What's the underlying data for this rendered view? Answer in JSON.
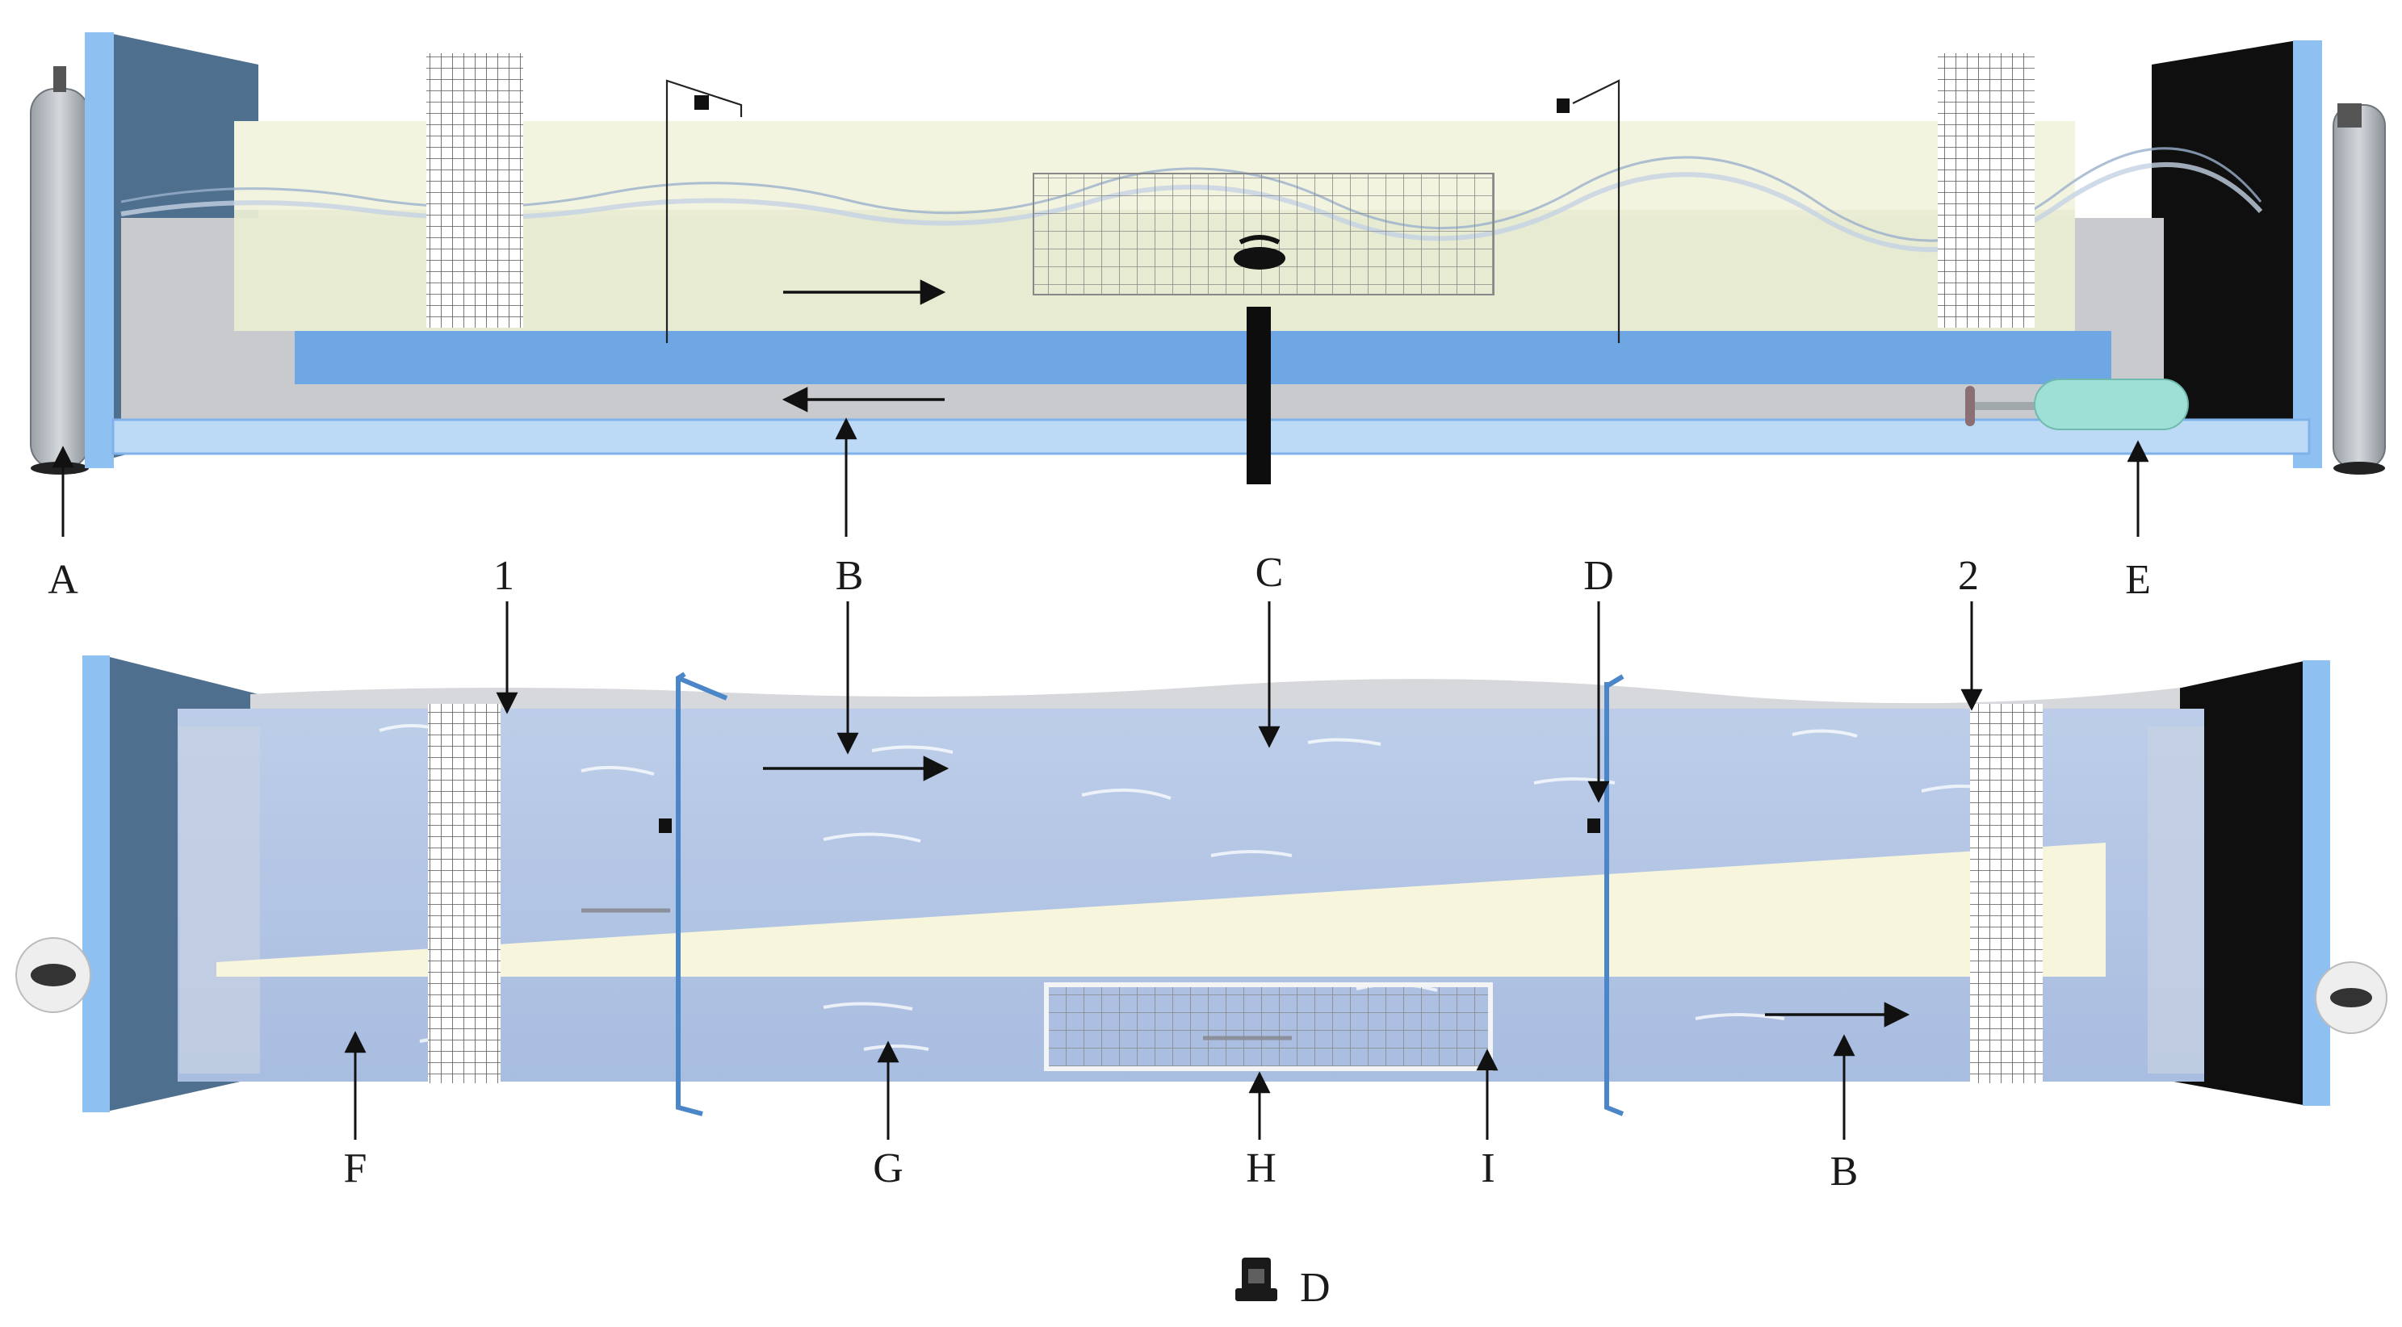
{
  "labels": {
    "A": "A",
    "B": "B",
    "C": "C",
    "D": "D",
    "E": "E",
    "F": "F",
    "G": "G",
    "H": "H",
    "I": "I",
    "one": "1",
    "two": "2"
  },
  "legend": {
    "symbol": "camera-icon",
    "text": "D"
  },
  "colors": {
    "water_top": "#e9ecd2",
    "water_plan": "#a9bfe0",
    "channel": "#6fa6e4",
    "frame": "#8fc0f2",
    "end_wall": "#4f6f8f",
    "end_wall_dark": "#0f0f0f",
    "wedge": "#f7f6dc",
    "tank": "#bfc3c7",
    "pump": "#9fe0d6"
  }
}
